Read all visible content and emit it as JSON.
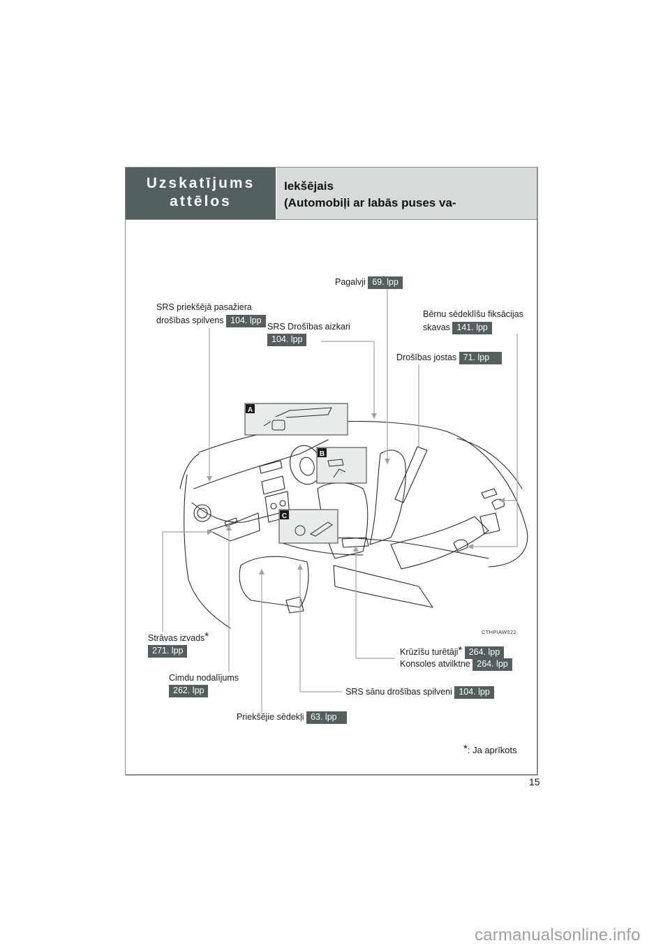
{
  "header": {
    "section_line1": "Uzskatījums",
    "section_line2": "attēlos",
    "title_line1": "Iekšējais",
    "title_line2": "(Automobiļi ar labās puses va-"
  },
  "callouts": {
    "headrests": {
      "label": "Pagalvji",
      "page": "69. lpp"
    },
    "front_passenger_airbag": {
      "label_line1": "SRS priekšējā pasažiera",
      "label_line2": "drošības spilvens",
      "page": "104. lpp"
    },
    "curtain_airbags": {
      "label": "SRS Drošības aizkari",
      "page": "104. lpp"
    },
    "child_seat_anchors": {
      "label_line1": "Bērnu sēdeklīšu fiksācijas",
      "label_line2": "skavas",
      "page": "141. lpp"
    },
    "seat_belts": {
      "label": "Drošības jostas",
      "page": "71. lpp"
    },
    "power_outlet": {
      "label": "Strāvas izvads",
      "star": "*",
      "page": "271. lpp"
    },
    "glove_box": {
      "label": "Cimdu nodalījums",
      "page": "262. lpp"
    },
    "cup_holders": {
      "label": "Krūzīšu turētāji",
      "star": "*",
      "page": "264. lpp"
    },
    "console_box": {
      "label": "Konsoles atvilktne",
      "page": "264. lpp"
    },
    "side_airbags": {
      "label": "SRS sānu drošības spilveni",
      "page": "104. lpp"
    },
    "front_seats": {
      "label": "Priekšējie sēdekļi",
      "page": "63. lpp"
    }
  },
  "illustration": {
    "code": "CTHPIAW022",
    "insets": [
      "A",
      "B",
      "C"
    ]
  },
  "footnote": {
    "star": "*",
    "text": ": Ja aprīkots"
  },
  "page_number": "15",
  "watermark": "carmanualsonline.info",
  "colors": {
    "header_dark": "#535f5f",
    "header_light": "#d6dada",
    "leader_line": "#9aa6a6",
    "badge": "#535f5f"
  }
}
